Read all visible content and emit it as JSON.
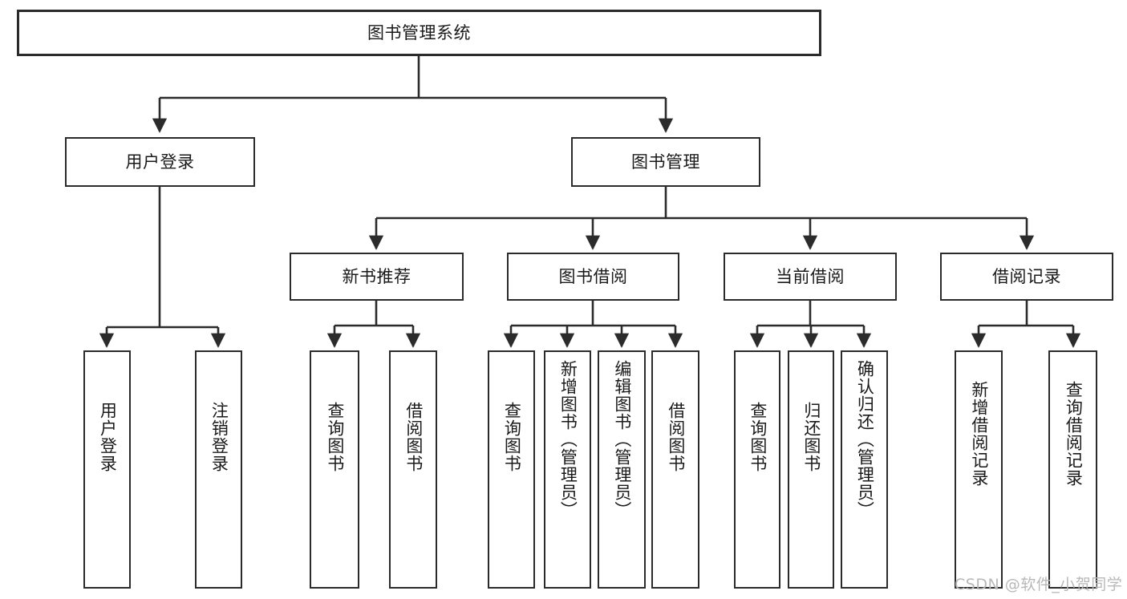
{
  "diagram": {
    "title": "图书管理系统",
    "type": "tree-hierarchy-chart",
    "colors": {
      "border": "#2b2b2b",
      "background": "#ffffff",
      "text": "#1a1a1a",
      "watermark": "#b8b8b8"
    }
  },
  "root": {
    "label": "图书管理系统"
  },
  "level2": [
    {
      "label": "用户登录"
    },
    {
      "label": "图书管理"
    }
  ],
  "level3": [
    {
      "label": "新书推荐"
    },
    {
      "label": "图书借阅"
    },
    {
      "label": "当前借阅"
    },
    {
      "label": "借阅记录"
    }
  ],
  "leaves": {
    "user_login": [
      {
        "label": "用户登录"
      },
      {
        "label": "注销登录"
      }
    ],
    "new_book_recommend": [
      {
        "label": "查询图书"
      },
      {
        "label": "借阅图书"
      }
    ],
    "book_borrow": [
      {
        "label": "查询图书"
      },
      {
        "label": "新增图书（管理员）"
      },
      {
        "label": "编辑图书（管理员）"
      },
      {
        "label": "借阅图书"
      }
    ],
    "current_borrow": [
      {
        "label": "查询图书"
      },
      {
        "label": "归还图书"
      },
      {
        "label": "确认归还（管理员）"
      }
    ],
    "borrow_record": [
      {
        "label": "新增借阅记录"
      },
      {
        "label": "查询借阅记录"
      }
    ]
  },
  "watermark": {
    "text": "CSDN @软件_小贺同学"
  }
}
